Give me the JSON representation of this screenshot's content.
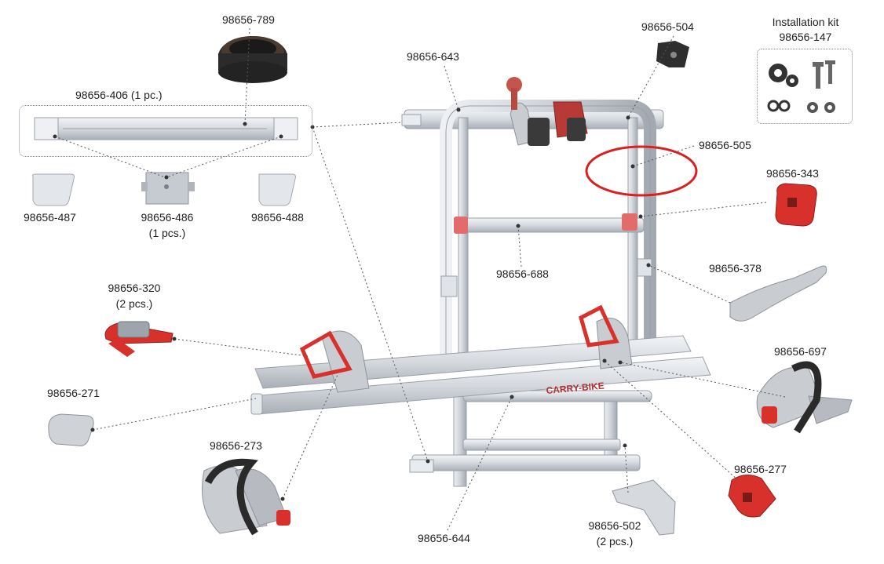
{
  "labels": {
    "p789": "98656-789",
    "p406": "98656-406 (1 pc.)",
    "p643": "98656-643",
    "p504": "98656-504",
    "kit_title": "Installation kit",
    "p147": "98656-147",
    "p505": "98656-505",
    "p343": "98656-343",
    "p487": "98656-487",
    "p486": "98656-486",
    "p486_qty": "(1 pcs.)",
    "p488": "98656-488",
    "p688": "98656-688",
    "p378": "98656-378",
    "p320": "98656-320",
    "p320_qty": "(2 pcs.)",
    "p697": "98656-697",
    "p271": "98656-271",
    "p273": "98656-273",
    "p277": "98656-277",
    "p502": "98656-502",
    "p502_qty": "(2 pcs.)",
    "p644": "98656-644",
    "brand": "CARRY-BIKE"
  },
  "colors": {
    "aluminium": "#d9dde2",
    "aluminium_dark": "#a9afb7",
    "plastic_grey": "#c9ccd1",
    "red_part": "#d8312b",
    "strap_black": "#2a2a2a",
    "highlight_circle": "#d82020"
  },
  "icons": [
    "gear-icon",
    "screw-icon",
    "chain-icon",
    "nut-icon"
  ]
}
